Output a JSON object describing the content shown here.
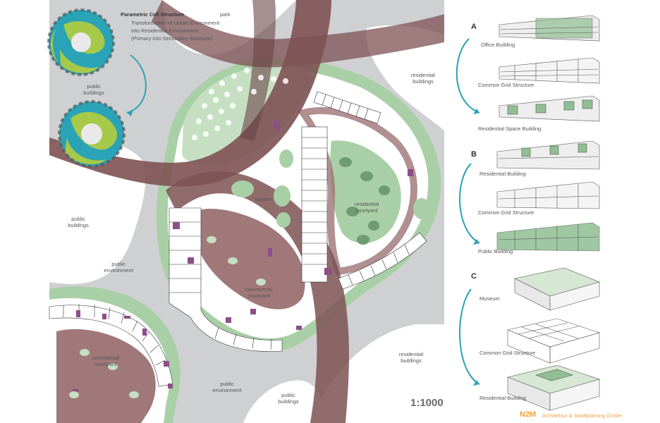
{
  "legend": {
    "title": "Parametric Cell Structure",
    "line1": "Transformation of Urban Environment",
    "line2": "into Residential Environment",
    "line3": "(Primary into Secondary Structure)",
    "public_buildings": "public\nbuildings"
  },
  "labels": {
    "park": "park",
    "residential_top": "residential\nbuildings",
    "public_left": "public\nbuildings",
    "public_env_left": "public\nenvironment",
    "square": "square",
    "residential_courtyard": "residential\ncourtyard",
    "commercial_courtyard_center": "commercial\ncourtyard",
    "commercial_courtyard_bottom": "commercial\ncourtyard",
    "public_env_bottom": "public\nenvironment",
    "public_bottom": "public\nbuildings",
    "residential_bottom": "residential\nbuildings"
  },
  "scale": "1:1000",
  "logo": {
    "brand": "N2M",
    "sub": "Architektur & Stadtplanung GmbH"
  },
  "sections": [
    {
      "letter": "A",
      "items": [
        "Office Building",
        "Common Grid Structure",
        "Residential Space Building"
      ]
    },
    {
      "letter": "B",
      "items": [
        "Residential Building",
        "Common Grid Structure",
        "Public Building"
      ]
    },
    {
      "letter": "C",
      "items": [
        "Museum",
        "Common Grid Structure",
        "Residential Building"
      ]
    }
  ],
  "colors": {
    "background_grey": "#cfd0d2",
    "road": "#7e5254",
    "road_dark": "#6b4446",
    "green_ring": "#a9cfa6",
    "green_dark": "#6f9b73",
    "courtyard_brown": "#a0787a",
    "white": "#ffffff",
    "purple_icon": "#8c4e8a",
    "teal_arrow": "#2aa3b6",
    "logo_orange": "#f0a040"
  }
}
